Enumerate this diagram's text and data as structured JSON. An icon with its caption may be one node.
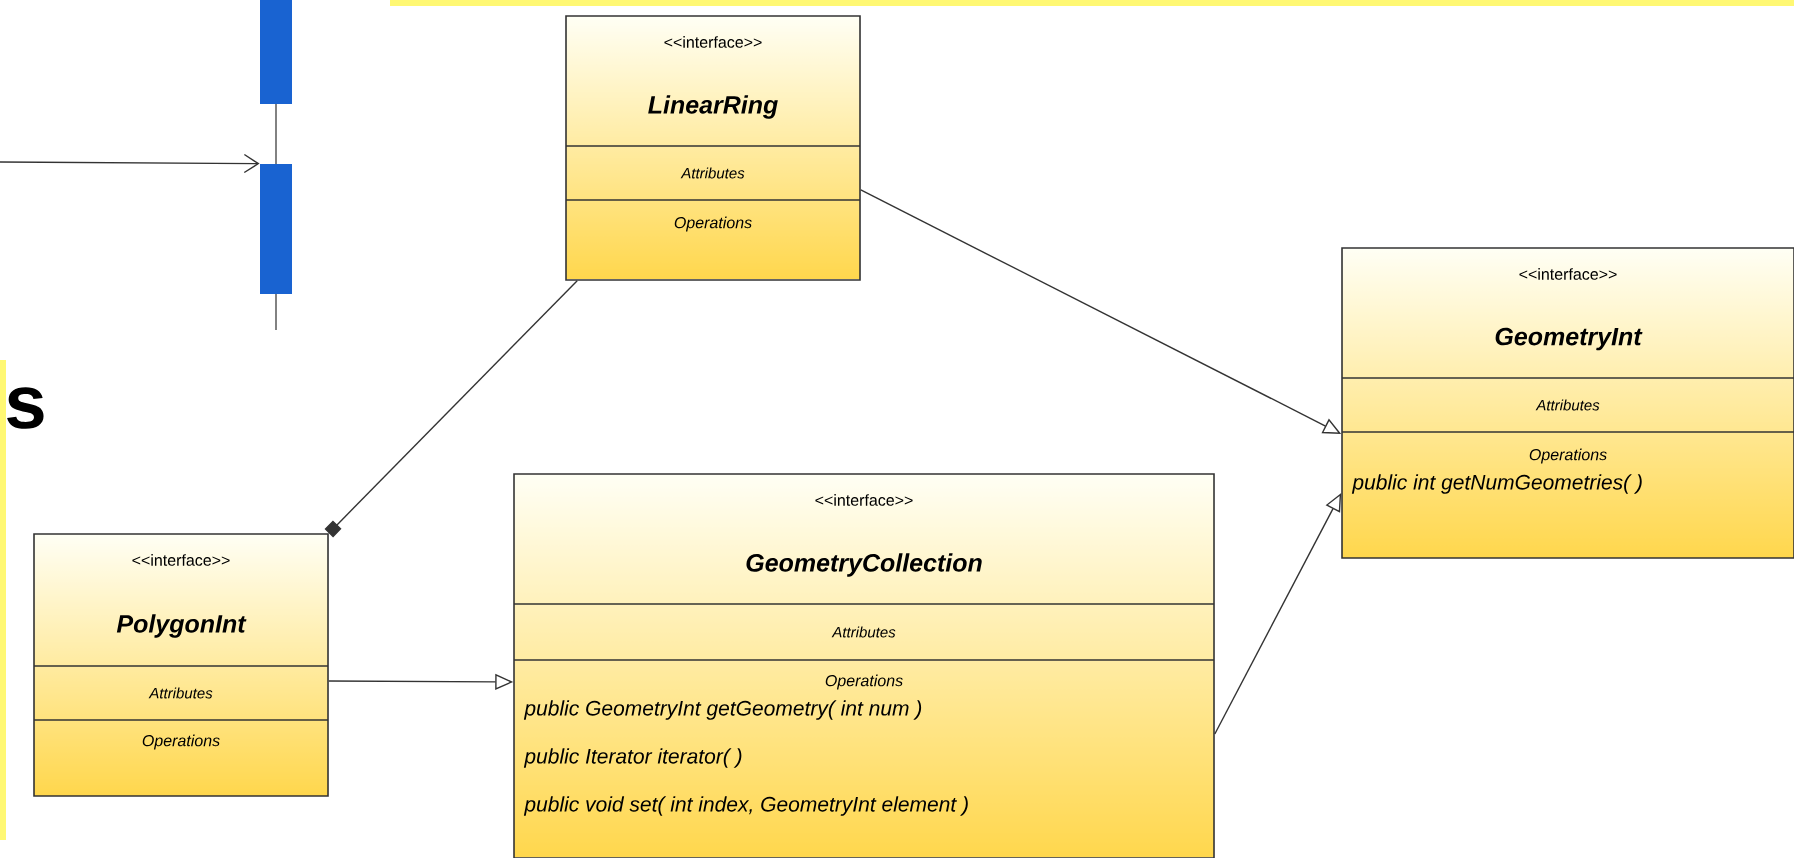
{
  "diagram": {
    "nodes": [
      {
        "text": [],
        "shape": "bar"
      },
      {
        "text": [
          "<<interface>>",
          "LinearRing",
          "Attributes",
          "Operations"
        ]
      },
      {
        "text": [
          "<<interface>>",
          "GeometryInt",
          "Attributes",
          "Operations",
          "public int getNumGeometries( )"
        ]
      },
      {
        "text": [
          "<<interface>>",
          "PolygonInt",
          "Attributes",
          "Operations"
        ]
      },
      {
        "text": [
          "<<interface>>",
          "GeometryCollection",
          "Attributes",
          "Operations",
          "public GeometryInt getGeometry( int num )",
          "public Iterator iterator( )",
          "public void set( int index, GeometryInt element )"
        ]
      }
    ],
    "edges": [
      {
        "from": null,
        "to": 0,
        "arrow": "to"
      },
      {
        "from": 1,
        "to": 2,
        "arrow": "to"
      },
      {
        "from": 1,
        "to": 3,
        "arrow": "other"
      },
      {
        "from": 3,
        "to": 4,
        "arrow": "to"
      },
      {
        "from": 4,
        "to": 2,
        "arrow": "to"
      }
    ],
    "labels": [
      "s"
    ]
  }
}
